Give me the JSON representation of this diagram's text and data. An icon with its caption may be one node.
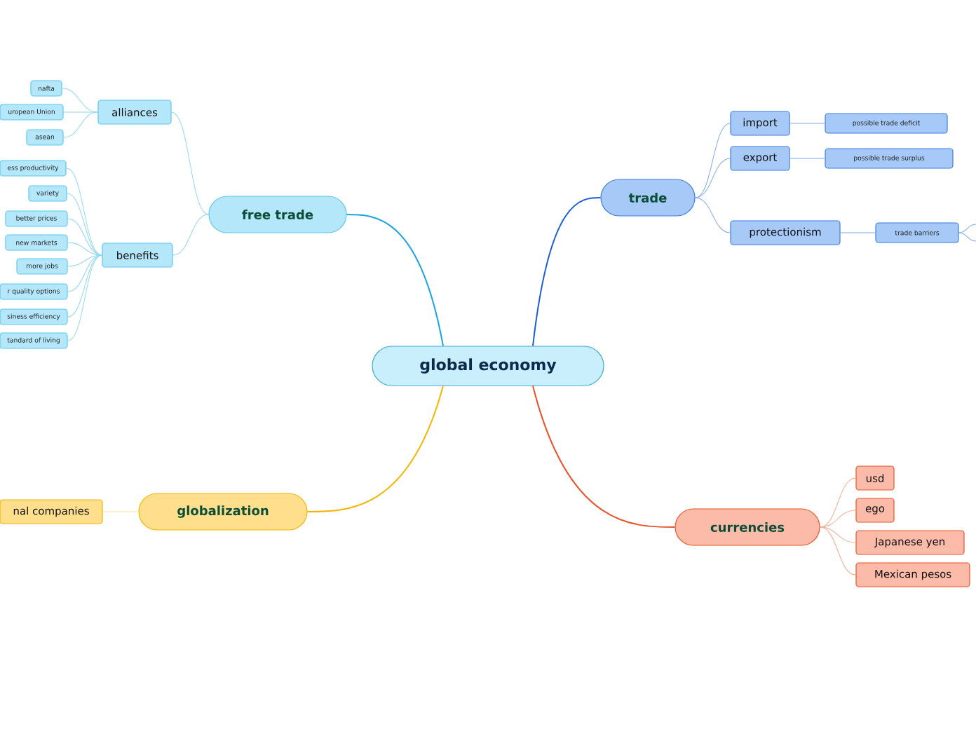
{
  "diagram": {
    "nodes": [
      {
        "text": [
          "global economy"
        ]
      },
      {
        "text": [
          "free trade"
        ]
      },
      {
        "text": [
          "alliances"
        ]
      },
      {
        "text": [
          "nafta"
        ]
      },
      {
        "text": [
          "uropean Union"
        ]
      },
      {
        "text": [
          "asean"
        ]
      },
      {
        "text": [
          "benefits"
        ]
      },
      {
        "text": [
          "ess productivity"
        ]
      },
      {
        "text": [
          "variety"
        ]
      },
      {
        "text": [
          "better prices"
        ]
      },
      {
        "text": [
          "new markets"
        ]
      },
      {
        "text": [
          "more jobs"
        ]
      },
      {
        "text": [
          "r quality options"
        ]
      },
      {
        "text": [
          "siness efficiency"
        ]
      },
      {
        "text": [
          "tandard of living"
        ]
      },
      {
        "text": [
          "trade"
        ]
      },
      {
        "text": [
          "import"
        ]
      },
      {
        "text": [
          "possible trade deficit"
        ]
      },
      {
        "text": [
          "export"
        ]
      },
      {
        "text": [
          "possible trade surplus"
        ]
      },
      {
        "text": [
          "protectionism"
        ]
      },
      {
        "text": [
          "trade barriers"
        ]
      },
      {
        "text": [
          "globalization"
        ]
      },
      {
        "text": [
          "nal companies"
        ]
      },
      {
        "text": [
          "currencies"
        ]
      },
      {
        "text": [
          "usd"
        ]
      },
      {
        "text": [
          "ego"
        ]
      },
      {
        "text": [
          "Japanese yen"
        ]
      },
      {
        "text": [
          "Mexican pesos"
        ]
      }
    ],
    "edges": [
      {
        "from": 0,
        "to": 1,
        "arrow": "none",
        "color": "#1aa3e0"
      },
      {
        "from": 1,
        "to": 2,
        "arrow": "none",
        "color": "#8fd6f3"
      },
      {
        "from": 2,
        "to": 3,
        "arrow": "none",
        "color": "#8fd6f3"
      },
      {
        "from": 2,
        "to": 4,
        "arrow": "none",
        "color": "#8fd6f3"
      },
      {
        "from": 2,
        "to": 5,
        "arrow": "none",
        "color": "#8fd6f3"
      },
      {
        "from": 1,
        "to": 6,
        "arrow": "none",
        "color": "#8fd6f3"
      },
      {
        "from": 6,
        "to": 7,
        "arrow": "none",
        "color": "#8fd6f3"
      },
      {
        "from": 6,
        "to": 8,
        "arrow": "none",
        "color": "#8fd6f3"
      },
      {
        "from": 6,
        "to": 9,
        "arrow": "none",
        "color": "#8fd6f3"
      },
      {
        "from": 6,
        "to": 10,
        "arrow": "none",
        "color": "#8fd6f3"
      },
      {
        "from": 6,
        "to": 11,
        "arrow": "none",
        "color": "#8fd6f3"
      },
      {
        "from": 6,
        "to": 12,
        "arrow": "none",
        "color": "#8fd6f3"
      },
      {
        "from": 6,
        "to": 13,
        "arrow": "none",
        "color": "#8fd6f3"
      },
      {
        "from": 6,
        "to": 14,
        "arrow": "none",
        "color": "#8fd6f3"
      },
      {
        "from": 0,
        "to": 15,
        "arrow": "none",
        "color": "#1a5fcf"
      },
      {
        "from": 15,
        "to": 16,
        "arrow": "none",
        "color": "#7fa9ee"
      },
      {
        "from": 16,
        "to": 17,
        "arrow": "none",
        "color": "#7fa9ee"
      },
      {
        "from": 15,
        "to": 18,
        "arrow": "none",
        "color": "#7fa9ee"
      },
      {
        "from": 18,
        "to": 19,
        "arrow": "none",
        "color": "#7fa9ee"
      },
      {
        "from": 15,
        "to": 20,
        "arrow": "none",
        "color": "#7fa9ee"
      },
      {
        "from": 20,
        "to": 21,
        "arrow": "none",
        "color": "#7fa9ee"
      },
      {
        "from": 21,
        "to": null,
        "arrow": "none",
        "color": "#7fa9ee"
      },
      {
        "from": 21,
        "to": null,
        "arrow": "none",
        "color": "#7fa9ee"
      },
      {
        "from": 0,
        "to": 22,
        "arrow": "none",
        "color": "#f5b400"
      },
      {
        "from": 22,
        "to": 23,
        "arrow": "none",
        "color": "#fde3a0"
      },
      {
        "from": 0,
        "to": 24,
        "arrow": "none",
        "color": "#e8542a"
      },
      {
        "from": 24,
        "to": 25,
        "arrow": "none",
        "color": "#f7ab94"
      },
      {
        "from": 24,
        "to": 26,
        "arrow": "none",
        "color": "#f7ab94"
      },
      {
        "from": 24,
        "to": 27,
        "arrow": "none",
        "color": "#f7ab94"
      },
      {
        "from": 24,
        "to": 28,
        "arrow": "none",
        "color": "#f7ab94"
      }
    ]
  }
}
